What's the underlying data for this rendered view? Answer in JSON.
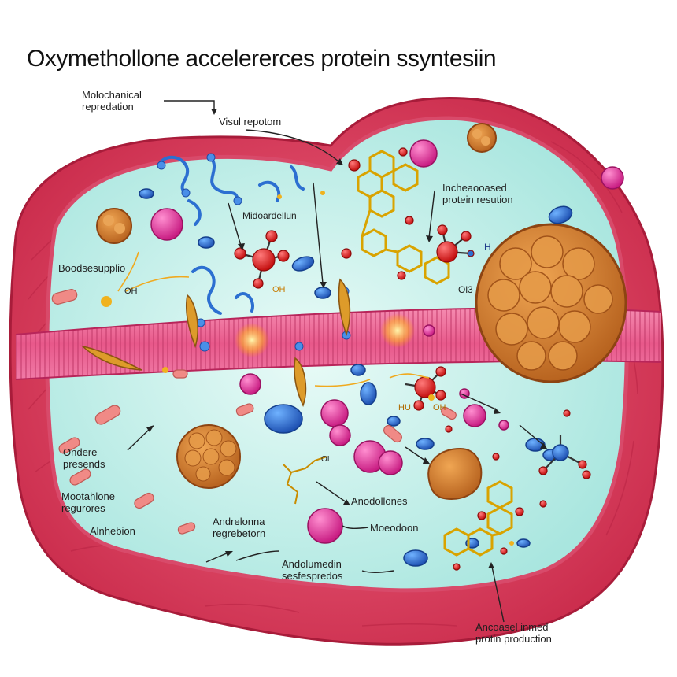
{
  "title": "Oxymethollone accelererces  protein ssyntesiin",
  "labels": {
    "molochemical": "Molochanical\nrepredation",
    "visual_repotom": "Visul repotom",
    "increased_protein": "Incheaooased\nprotein resution",
    "midoardellun": "Midoardellun",
    "bioodsuppilio": "Boodsesupplio",
    "oh_left": "OH",
    "oh_right": "OH",
    "o_small": "OI",
    "o_h": "H",
    "o_l3": "Ol3",
    "hy_oh_a": "HU",
    "hy_oh_b": "OH",
    "ondere": "Ondere\npresends",
    "mootahlone": "Mootahlone\nregurores",
    "alnhebion": "Alnhebion",
    "anodollones": "Anodollones",
    "androlonna": "Andrelonna\nregrebetorn",
    "meodoon": "Moeodoon",
    "andolumedin": "Andolumedin\nsesfespredos",
    "ancoasel": "Ancoasel inmed\nprotin production"
  },
  "colors": {
    "outer_tissue": "#e23f5c",
    "cytoplasm": "#c6f2ec",
    "membrane": "#e86c93",
    "globule": "#d37a2a",
    "magenta": "#e2379a",
    "blue": "#2c6fd1",
    "red_atom": "#e01c1c",
    "gold_bond": "#d9a300"
  }
}
